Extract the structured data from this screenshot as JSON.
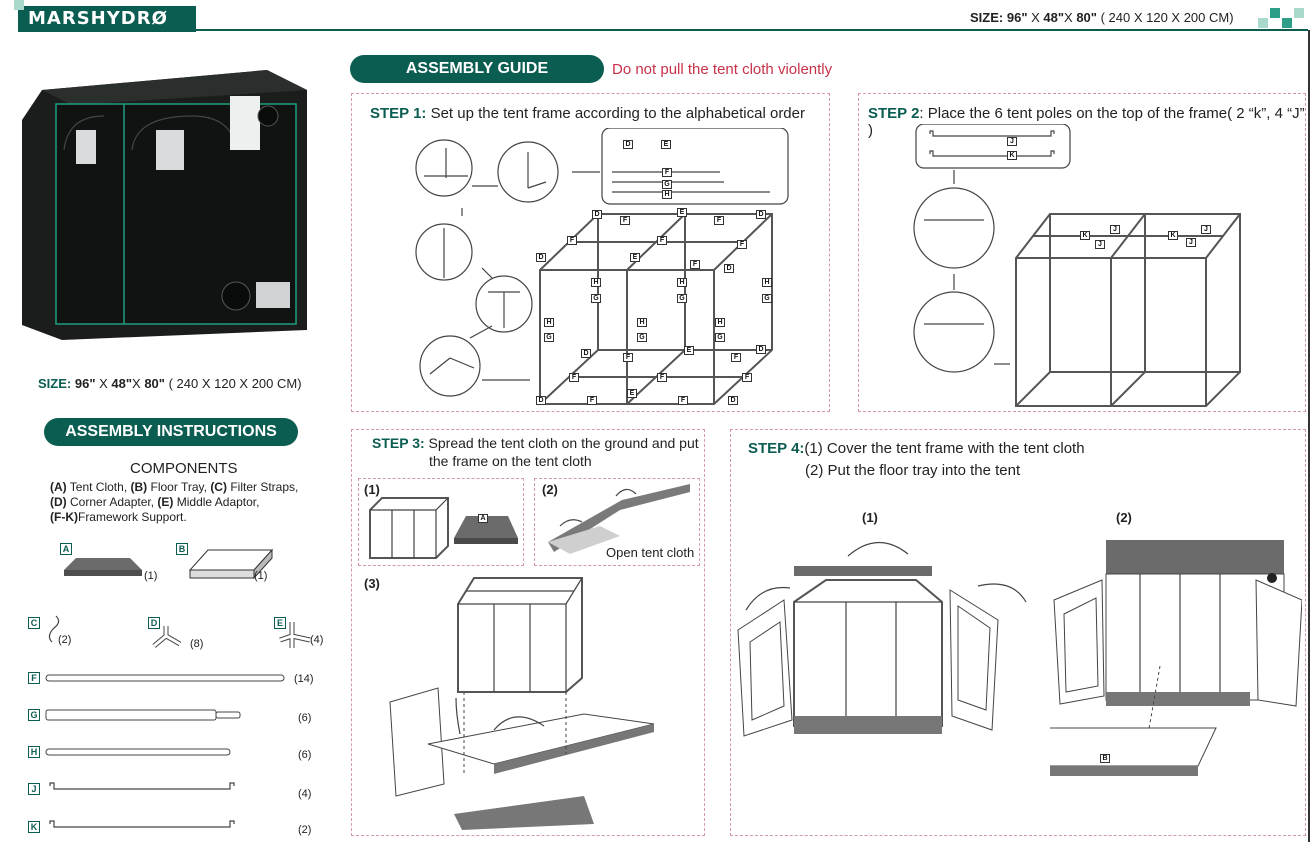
{
  "header": {
    "brand": "MARSHYDRØ",
    "size_label": "SIZE:",
    "size_w": "96\"",
    "size_d": "48\"",
    "size_h": "80\"",
    "size_x": "X",
    "size_cm": "( 240 X 120 X 200 CM)"
  },
  "left": {
    "size_label": "SIZE:",
    "size_w": "96\"",
    "size_d": "48\"",
    "size_h": "80\"",
    "size_x": "X",
    "size_cm": "( 240 X 120 X 200 CM)",
    "instructions_title": "ASSEMBLY INSTRUCTIONS",
    "components_title": "COMPONENTS",
    "components_lines": [
      {
        "a_key": "(A)",
        "a_text": " Tent Cloth,",
        "b_key": "(B)",
        "b_text": " Floor Tray,",
        "c_key": "(C)",
        "c_text": " Filter Straps,"
      },
      {
        "a_key": "(D)",
        "a_text": " Corner Adapter,",
        "b_key": "(E)",
        "b_text": " Middle Adaptor,"
      },
      {
        "a_key": "(F-K)",
        "a_text": "Framework Support."
      }
    ],
    "parts": [
      {
        "letter": "A",
        "qty": "(1)"
      },
      {
        "letter": "B",
        "qty": "(1)"
      },
      {
        "letter": "C",
        "qty": "(2)"
      },
      {
        "letter": "D",
        "qty": "(8)"
      },
      {
        "letter": "E",
        "qty": "(4)"
      },
      {
        "letter": "F",
        "qty": "(14)"
      },
      {
        "letter": "G",
        "qty": "(6)"
      },
      {
        "letter": "H",
        "qty": "(6)"
      },
      {
        "letter": "J",
        "qty": "(4)"
      },
      {
        "letter": "K",
        "qty": "(2)"
      }
    ]
  },
  "guide": {
    "title": "ASSEMBLY GUIDE",
    "warning": "Do not pull the tent cloth violently"
  },
  "steps": {
    "s1_label": "STEP 1:",
    "s1_text": " Set up the tent frame according to the alphabetical order",
    "s2_label": "STEP 2",
    "s2_text": ": Place the 6 tent poles on the top of the frame( 2 “k”, 4 “J” )",
    "s3_label": "STEP 3:",
    "s3_text_1": " Spread the tent cloth on the ground and put",
    "s3_text_2": "the frame on the tent cloth",
    "s3_sub1": "(1)",
    "s3_sub2": "(2)",
    "s3_sub3": "(3)",
    "s3_open": "Open tent cloth",
    "s4_label": "STEP 4:",
    "s4_text_1": "(1) Cover the tent frame with the tent cloth",
    "s4_text_2": "(2) Put the floor tray into the tent",
    "s4_sub1": "(1)",
    "s4_sub2": "(2)"
  },
  "frame_labels": {
    "d": "D",
    "e": "E",
    "f": "F",
    "g": "G",
    "h": "H",
    "j": "J",
    "k": "K",
    "a": "A",
    "b": "B"
  },
  "colors": {
    "brand_green": "#0b5d52",
    "warning_red": "#c8324a",
    "dash_pink": "#d39aa3"
  }
}
